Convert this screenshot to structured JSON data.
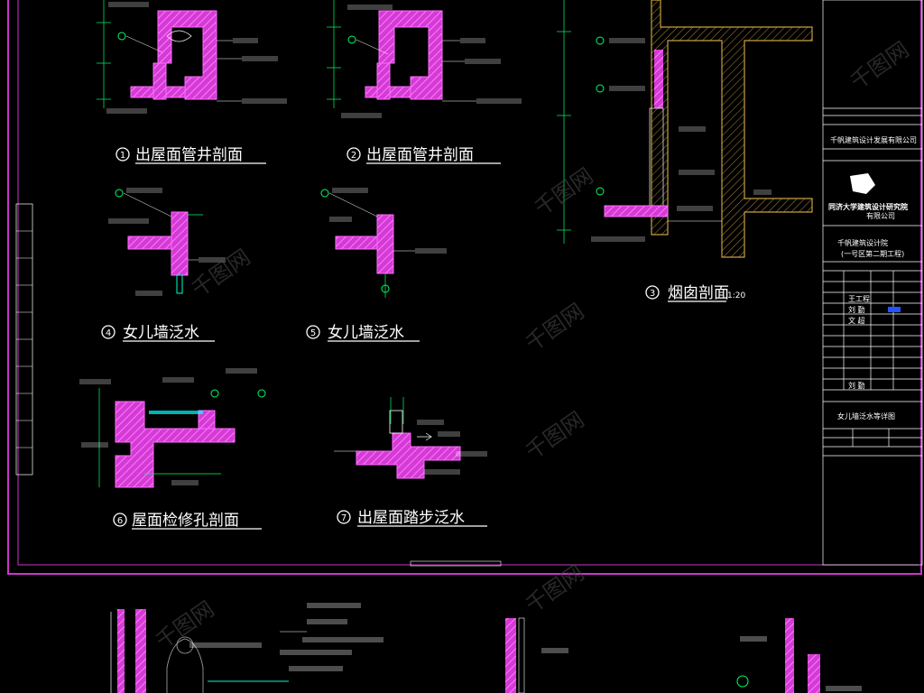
{
  "details": {
    "d1": {
      "num": "1",
      "title": "出屋面管井剖面"
    },
    "d2": {
      "num": "2",
      "title": "出屋面管井剖面"
    },
    "d3": {
      "num": "3",
      "title": "烟囱剖面",
      "scale": "1:20"
    },
    "d4": {
      "num": "4",
      "title": "女儿墙泛水"
    },
    "d5": {
      "num": "5",
      "title": "女儿墙泛水"
    },
    "d6": {
      "num": "6",
      "title": "屋面检修孔剖面"
    },
    "d7": {
      "num": "7",
      "title": "出屋面踏步泛水"
    }
  },
  "title_block": {
    "company": "千帆建筑设计发展有限公司",
    "institute_line1": "同济大学建筑设计研究院",
    "institute_line2": "有限公司",
    "project_line1": "千帆建筑设计院",
    "project_line2": "(一号区第二期工程)",
    "staff": [
      "王工程",
      "刘 勤",
      "文 超",
      "刘 勤"
    ],
    "drawing_name": "女儿墙泛水等详图"
  },
  "watermark": "千图网",
  "colors": {
    "background": "#000000",
    "frame": "#cc33cc",
    "hatch": "#e040e0",
    "dim": "#00ff66",
    "stair": "#c8a040"
  }
}
